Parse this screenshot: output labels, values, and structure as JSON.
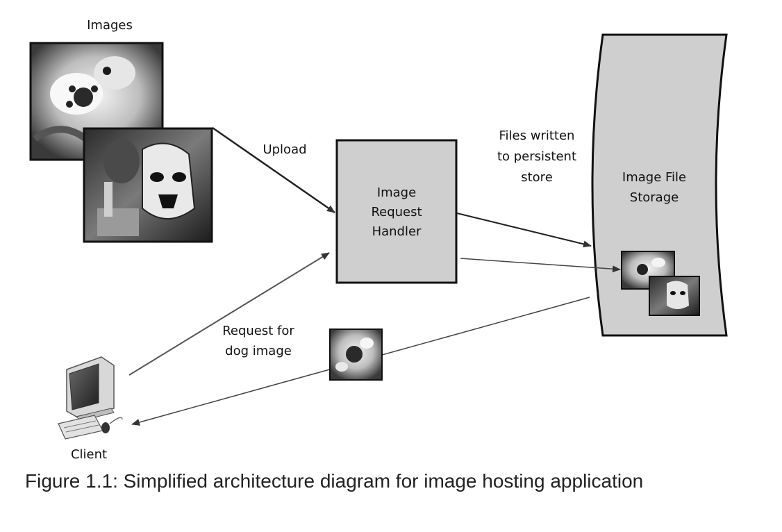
{
  "labels": {
    "images": "Images",
    "upload": "Upload",
    "handler": [
      "Image",
      "Request",
      "Handler"
    ],
    "files_written": [
      "Files written",
      "to persistent",
      "store"
    ],
    "storage": [
      "Image File",
      "Storage"
    ],
    "request": [
      "Request for",
      "dog image"
    ],
    "client": "Client"
  },
  "caption": "Figure 1.1: Simplified architecture diagram for image hosting application",
  "icons": {
    "dog_photo": "dog-photo-image",
    "stormtrooper_photo": "stormtrooper-photo-image",
    "client": "desktop-computer-icon"
  },
  "colors": {
    "box_fill": "#cfcfcf",
    "stroke": "#111111",
    "arrow": "#333333"
  }
}
